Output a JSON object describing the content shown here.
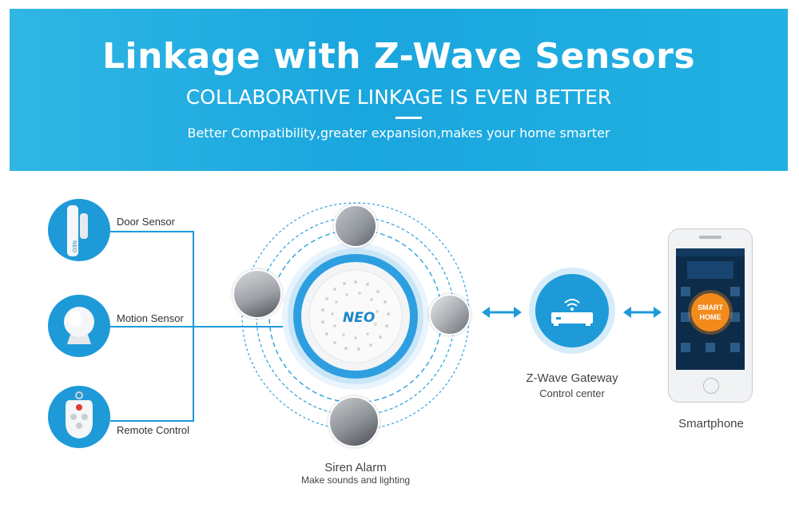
{
  "banner": {
    "title": "Linkage with Z-Wave Sensors",
    "subtitle": "COLLABORATIVE LINKAGE IS EVEN BETTER",
    "tagline": "Better Compatibility,greater expansion,makes your home smarter"
  },
  "sensors": [
    {
      "label": "Door Sensor",
      "icon": "door-sensor-icon"
    },
    {
      "label": "Motion Sensor",
      "icon": "motion-sensor-icon"
    },
    {
      "label": "Remote Control",
      "icon": "remote-control-icon"
    }
  ],
  "siren": {
    "title": "Siren Alarm",
    "subtitle": "Make sounds and lighting",
    "logo": "NEO"
  },
  "gateway": {
    "title": "Z-Wave Gateway",
    "subtitle": "Control center"
  },
  "phone": {
    "label": "Smartphone",
    "button_line1": "SMART",
    "button_line2": "HOME"
  },
  "colors": {
    "brand_blue": "#1e9ad8",
    "banner_blue": "#22b1e2",
    "accent_orange": "#f28a1c"
  }
}
